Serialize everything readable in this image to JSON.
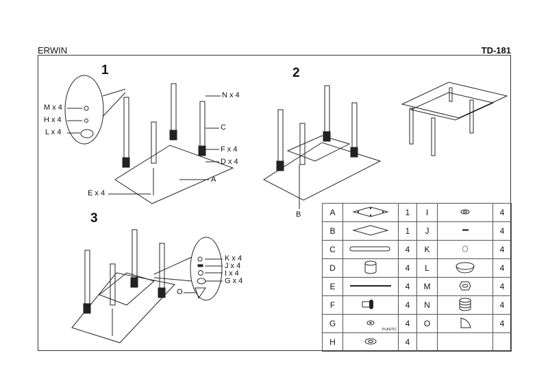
{
  "header": {
    "title": "ERWIN",
    "code": "TD-181"
  },
  "steps": [
    "1",
    "2",
    "3"
  ],
  "labels": {
    "m": "M x 4",
    "h": "H x 4",
    "l": "L x 4",
    "n": "N x 4",
    "c": "C",
    "f": "F x 4",
    "d": "D x 4",
    "a": "A",
    "e": "E x 4",
    "b": "B",
    "k": "K x 4",
    "j": "J x 4",
    "i": "I x 4",
    "g": "G x 4",
    "o": "O"
  },
  "parts": [
    {
      "left": {
        "letter": "A",
        "qty": "1",
        "icon": "glass-top-with-holes"
      },
      "right": {
        "letter": "I",
        "qty": "4",
        "icon": "washer"
      }
    },
    {
      "left": {
        "letter": "B",
        "qty": "1",
        "icon": "glass-shelf"
      },
      "right": {
        "letter": "J",
        "qty": "4",
        "icon": "grub-screw"
      }
    },
    {
      "left": {
        "letter": "C",
        "qty": "4",
        "icon": "leg-tube"
      },
      "right": {
        "letter": "K",
        "qty": "4",
        "icon": "small-nut"
      }
    },
    {
      "left": {
        "letter": "D",
        "qty": "4",
        "icon": "foot-cap"
      },
      "right": {
        "letter": "L",
        "qty": "4",
        "icon": "cup"
      }
    },
    {
      "left": {
        "letter": "E",
        "qty": "4",
        "icon": "threaded-rod"
      },
      "right": {
        "letter": "M",
        "qty": "4",
        "icon": "hex-nut"
      }
    },
    {
      "left": {
        "letter": "F",
        "qty": "4",
        "icon": "shelf-bracket"
      },
      "right": {
        "letter": "N",
        "qty": "4",
        "icon": "spacer-stack"
      }
    },
    {
      "left": {
        "letter": "G",
        "qty": "4",
        "icon": "plastic-washer",
        "note": "PLASTIC"
      },
      "right": {
        "letter": "O",
        "qty": "4",
        "icon": "corner-pad"
      }
    },
    {
      "left": {
        "letter": "H",
        "qty": "4",
        "icon": "large-washer"
      },
      "right": null
    }
  ]
}
